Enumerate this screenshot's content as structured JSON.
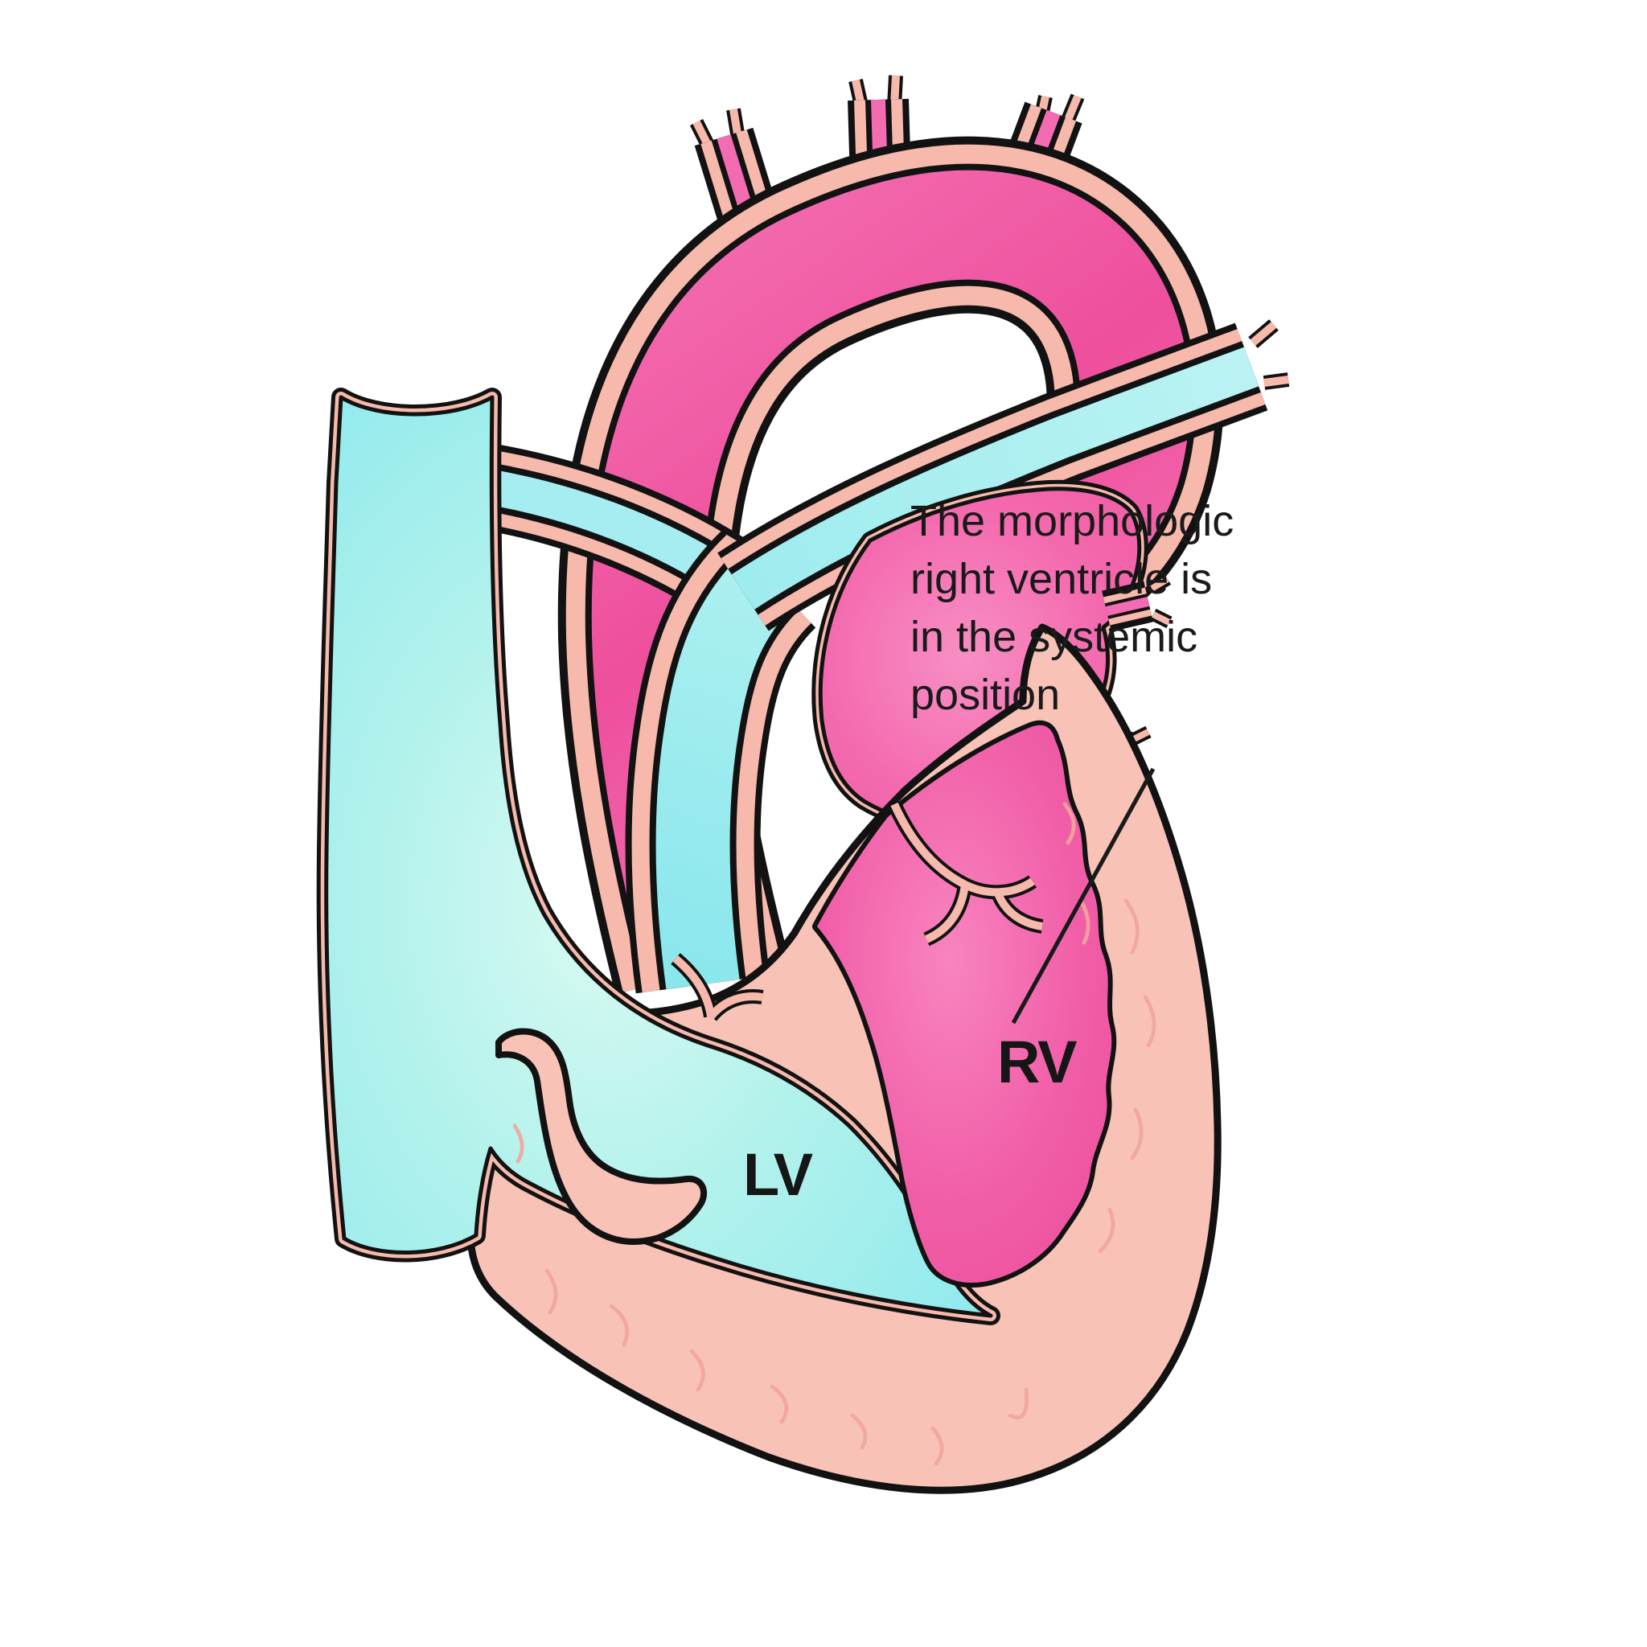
{
  "figure": {
    "background": "#ffffff",
    "labels": {
      "lv": "LV",
      "rv": "RV"
    },
    "annotation": {
      "lines": [
        "The morphologic",
        "right ventricle is",
        "in the systemic",
        "position"
      ]
    },
    "colors": {
      "arterial_pink": "#ee4f9c",
      "arterial_pink_light": "#f884bf",
      "venous_cyan": "#8ee9ee",
      "venous_cyan_light": "#d9faf2",
      "vessel_wall_salmon": "#f6b9ab",
      "myocardium_salmon": "#f8c3b6",
      "outline": "#121212",
      "text": "#1a1a1a"
    }
  }
}
